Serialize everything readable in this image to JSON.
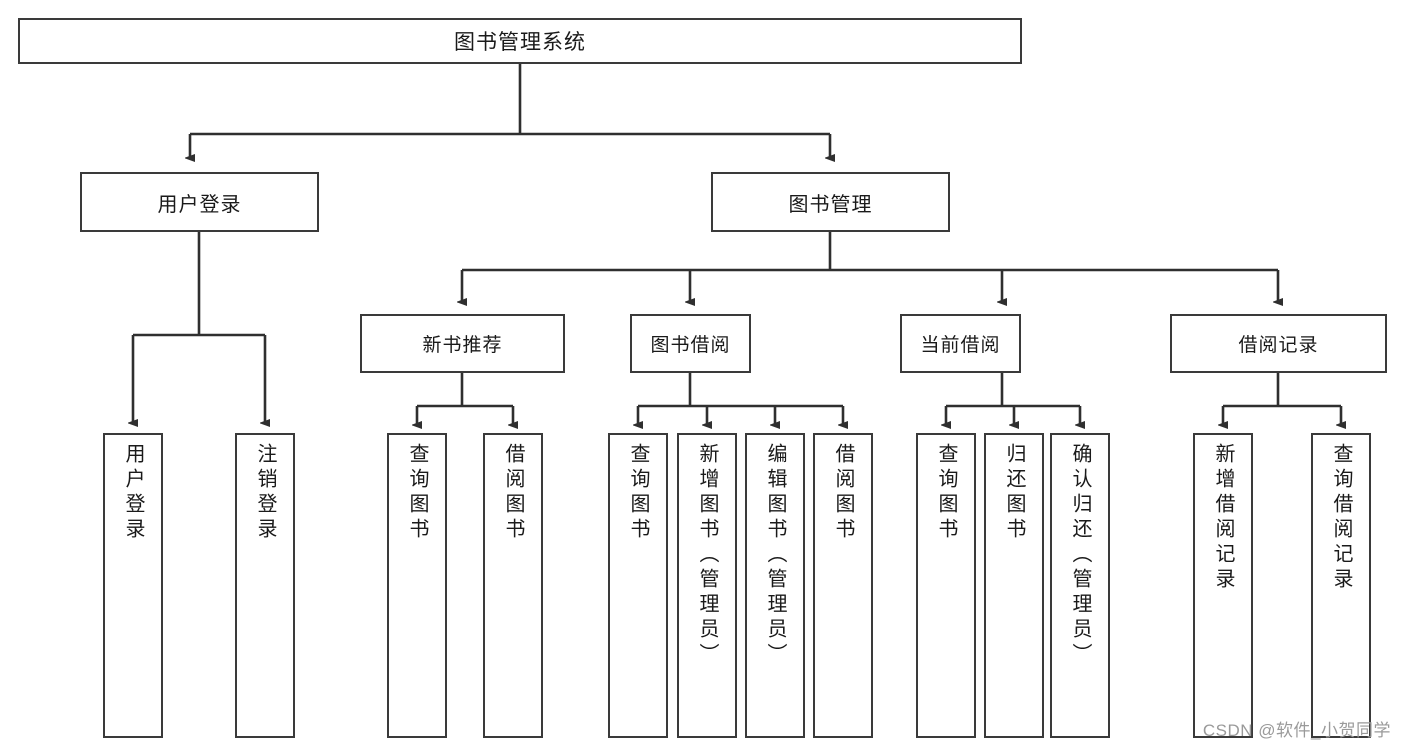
{
  "diagram": {
    "title": "图书管理系统",
    "type": "tree-hierarchy-diagram",
    "root": {
      "label": "图书管理系统"
    },
    "level1": [
      {
        "label": "用户登录"
      },
      {
        "label": "图书管理"
      }
    ],
    "level2": [
      {
        "label": "新书推荐"
      },
      {
        "label": "图书借阅"
      },
      {
        "label": "当前借阅"
      },
      {
        "label": "借阅记录"
      }
    ],
    "leaves": {
      "user_login": [
        {
          "label": "用户登录"
        },
        {
          "label": "注销登录"
        }
      ],
      "new_book_recommend": [
        {
          "label": "查询图书"
        },
        {
          "label": "借阅图书"
        }
      ],
      "book_borrow": [
        {
          "label": "查询图书"
        },
        {
          "label": "新增图书（管理员）"
        },
        {
          "label": "编辑图书（管理员）"
        },
        {
          "label": "借阅图书"
        }
      ],
      "current_borrow": [
        {
          "label": "查询图书"
        },
        {
          "label": "归还图书"
        },
        {
          "label": "确认归还（管理员）"
        }
      ],
      "borrow_record": [
        {
          "label": "新增借阅记录"
        },
        {
          "label": "查询借阅记录"
        }
      ]
    },
    "watermark": "CSDN @软件_小贺同学",
    "colors": {
      "stroke": "#3a3a3a",
      "background": "#ffffff",
      "text": "#1a1a1a",
      "watermark": "#9a9a9a"
    }
  }
}
